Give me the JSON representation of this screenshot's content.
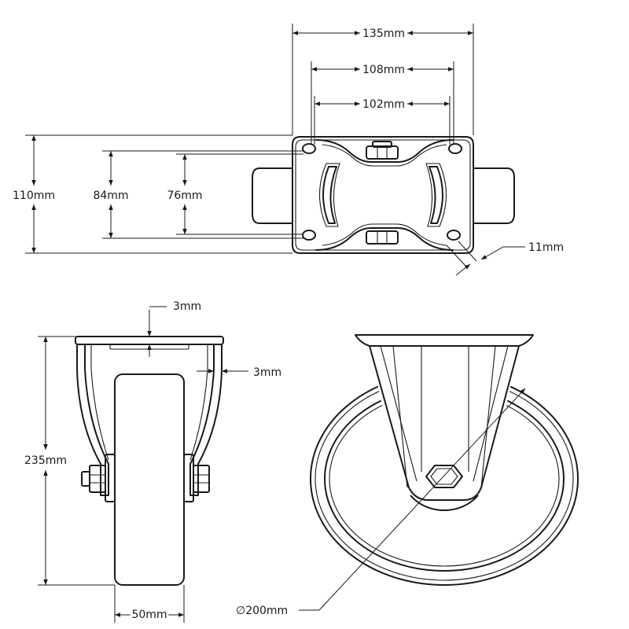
{
  "dimensions": {
    "plate_length": "135mm",
    "hole_spacing_length": "108mm",
    "hole_spacing_length_alt": "102mm",
    "plate_width": "110mm",
    "hole_spacing_width": "84mm",
    "hole_spacing_width_alt": "76mm",
    "slot_size": "11mm",
    "plate_thickness": "3mm",
    "fork_thickness": "3mm",
    "overall_height": "235mm",
    "wheel_width": "50mm",
    "wheel_diameter": "∅200mm"
  }
}
